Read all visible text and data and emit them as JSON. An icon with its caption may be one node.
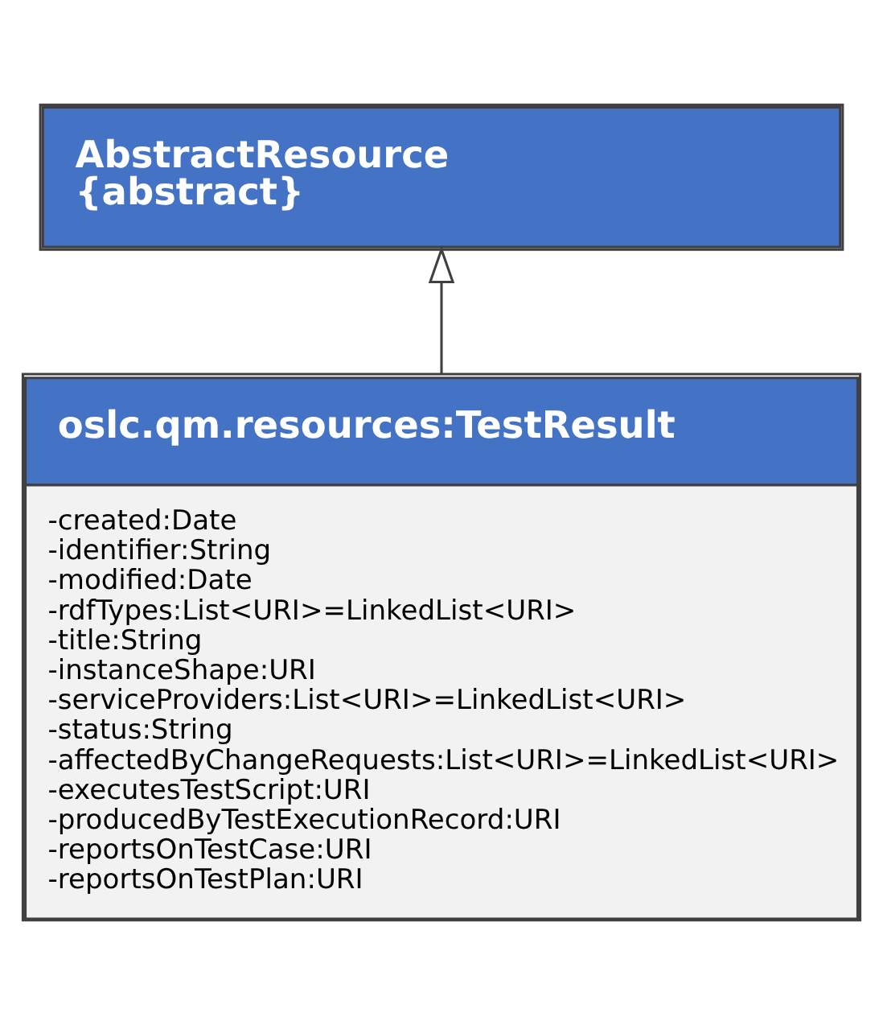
{
  "diagram": {
    "nodes": [
      {
        "text": [
          "AbstractResource",
          "{abstract}"
        ]
      },
      {
        "text": [
          "oslc.qm.resources:TestResult",
          "-created:Date",
          "-identifier:String",
          "-modified:Date",
          "-rdfTypes:List<URI>=LinkedList<URI>",
          "-title:String",
          "-instanceShape:URI",
          "-serviceProviders:List<URI>=LinkedList<URI>",
          "-status:String",
          "-affectedByChangeRequests:List<URI>=LinkedList<URI>",
          "-executesTestScript:URI",
          "-producedByTestExecutionRecord:URI",
          "-reportsOnTestCase:URI",
          "-reportsOnTestPlan:URI"
        ]
      }
    ],
    "edges": [
      {
        "from": 1,
        "to": 0,
        "arrow": "to"
      }
    ]
  }
}
